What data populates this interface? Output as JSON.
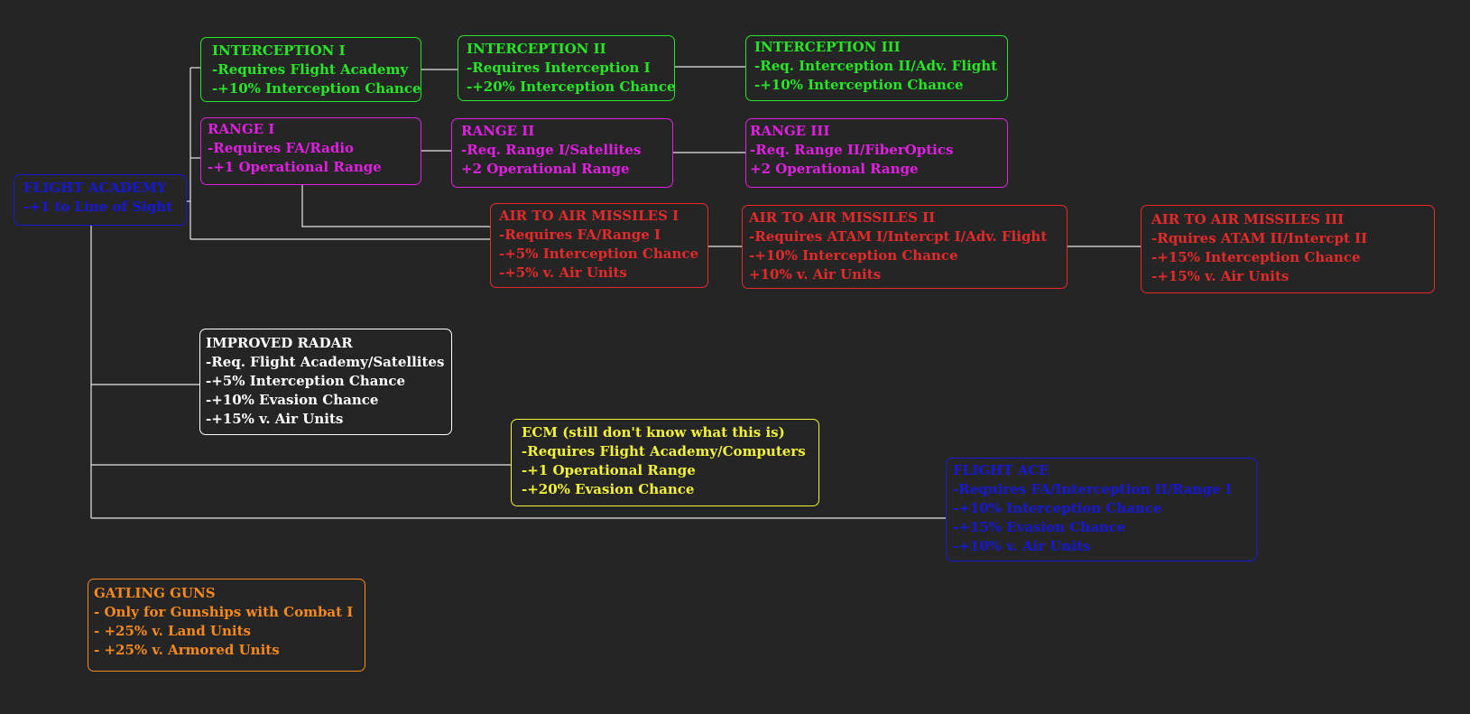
{
  "nodes": {
    "flight_academy": {
      "title": "FLIGHT ACADEMY",
      "lines": [
        "-+1 to Line of Sight"
      ]
    },
    "interception_1": {
      "title": "INTERCEPTION I",
      "lines": [
        "-Requires Flight Academy",
        "-+10% Interception Chance"
      ]
    },
    "interception_2": {
      "title": "INTERCEPTION II",
      "lines": [
        "-Requires Interception I",
        "-+20% Interception Chance"
      ]
    },
    "interception_3": {
      "title": "INTERCEPTION III",
      "lines": [
        "-Req. Interception II/Adv. Flight",
        "-+10% Interception Chance"
      ]
    },
    "range_1": {
      "title": "RANGE I",
      "lines": [
        "-Requires FA/Radio",
        "-+1 Operational Range"
      ]
    },
    "range_2": {
      "title": "RANGE II",
      "lines": [
        "-Req. Range I/Satellites",
        "+2 Operational Range"
      ]
    },
    "range_3": {
      "title": "RANGE III",
      "lines": [
        "-Req. Range II/FiberOptics",
        "+2 Operational Range"
      ]
    },
    "atam_1": {
      "title": "AIR TO AIR MISSILES I",
      "lines": [
        "-Requires FA/Range I",
        "-+5% Interception Chance",
        "-+5% v. Air Units"
      ]
    },
    "atam_2": {
      "title": "AIR TO AIR MISSILES II",
      "lines": [
        "-Requires ATAM I/Intercpt I/Adv. Flight",
        "-+10% Interception Chance",
        "+10% v. Air Units"
      ]
    },
    "atam_3": {
      "title": "AIR TO AIR MISSILES III",
      "lines": [
        "-Rquires ATAM II/Intercpt II",
        "-+15% Interception Chance",
        "-+15% v. Air Units"
      ]
    },
    "improved_radar": {
      "title": "IMPROVED RADAR",
      "lines": [
        "-Req. Flight Academy/Satellites",
        "-+5% Interception Chance",
        "-+10% Evasion Chance",
        "-+15% v. Air Units"
      ]
    },
    "ecm": {
      "title": "ECM (still don't know what this is)",
      "lines": [
        "-Requires Flight Academy/Computers",
        "-+1 Operational Range",
        "-+20% Evasion Chance"
      ]
    },
    "flight_ace": {
      "title": "FLIGHT ACE",
      "lines": [
        "-Requires FA/Interception II/Range I",
        "-+10% Interception Chance",
        "-+15% Evasion Chance",
        "-+10% v. Air Units"
      ]
    },
    "gatling_guns": {
      "title": "GATLING GUNS",
      "lines": [
        "- Only for Gunships with Combat I",
        "- +25% v. Land Units",
        "- +25% v. Armored Units"
      ]
    }
  },
  "colors": {
    "background": "#252525",
    "connector": "#e6e6e6",
    "green": "#27e627",
    "magenta": "#e020e0",
    "red": "#e42a2a",
    "blue": "#1717d6",
    "white": "#ffffff",
    "yellow": "#f3f33a",
    "orange": "#f7891e"
  }
}
